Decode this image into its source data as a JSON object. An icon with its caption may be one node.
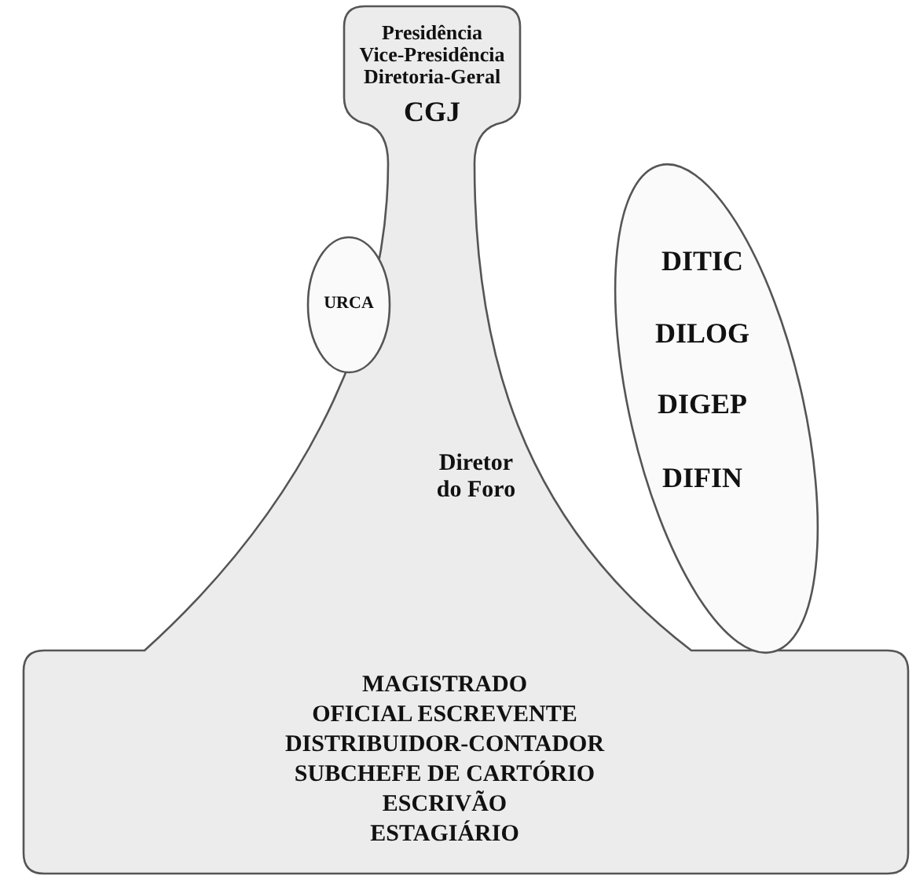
{
  "diagram": {
    "nodes": [
      {
        "text": [
          "Presidência",
          "Vice-Presidência",
          "Diretoria-Geral",
          "CGJ",
          "Diretor do Foro",
          "MAGISTRADO",
          "OFICIAL ESCREVENTE",
          "DISTRIBUIDOR-CONTADOR",
          "SUBCHEFE DE CARTÓRIO",
          "ESCRIVÃO",
          "ESTAGIÁRIO"
        ]
      },
      {
        "text": [
          "URCA"
        ]
      },
      {
        "text": [
          "DITIC",
          "DILOG",
          "DIGEP",
          "DIFIN"
        ]
      }
    ]
  }
}
